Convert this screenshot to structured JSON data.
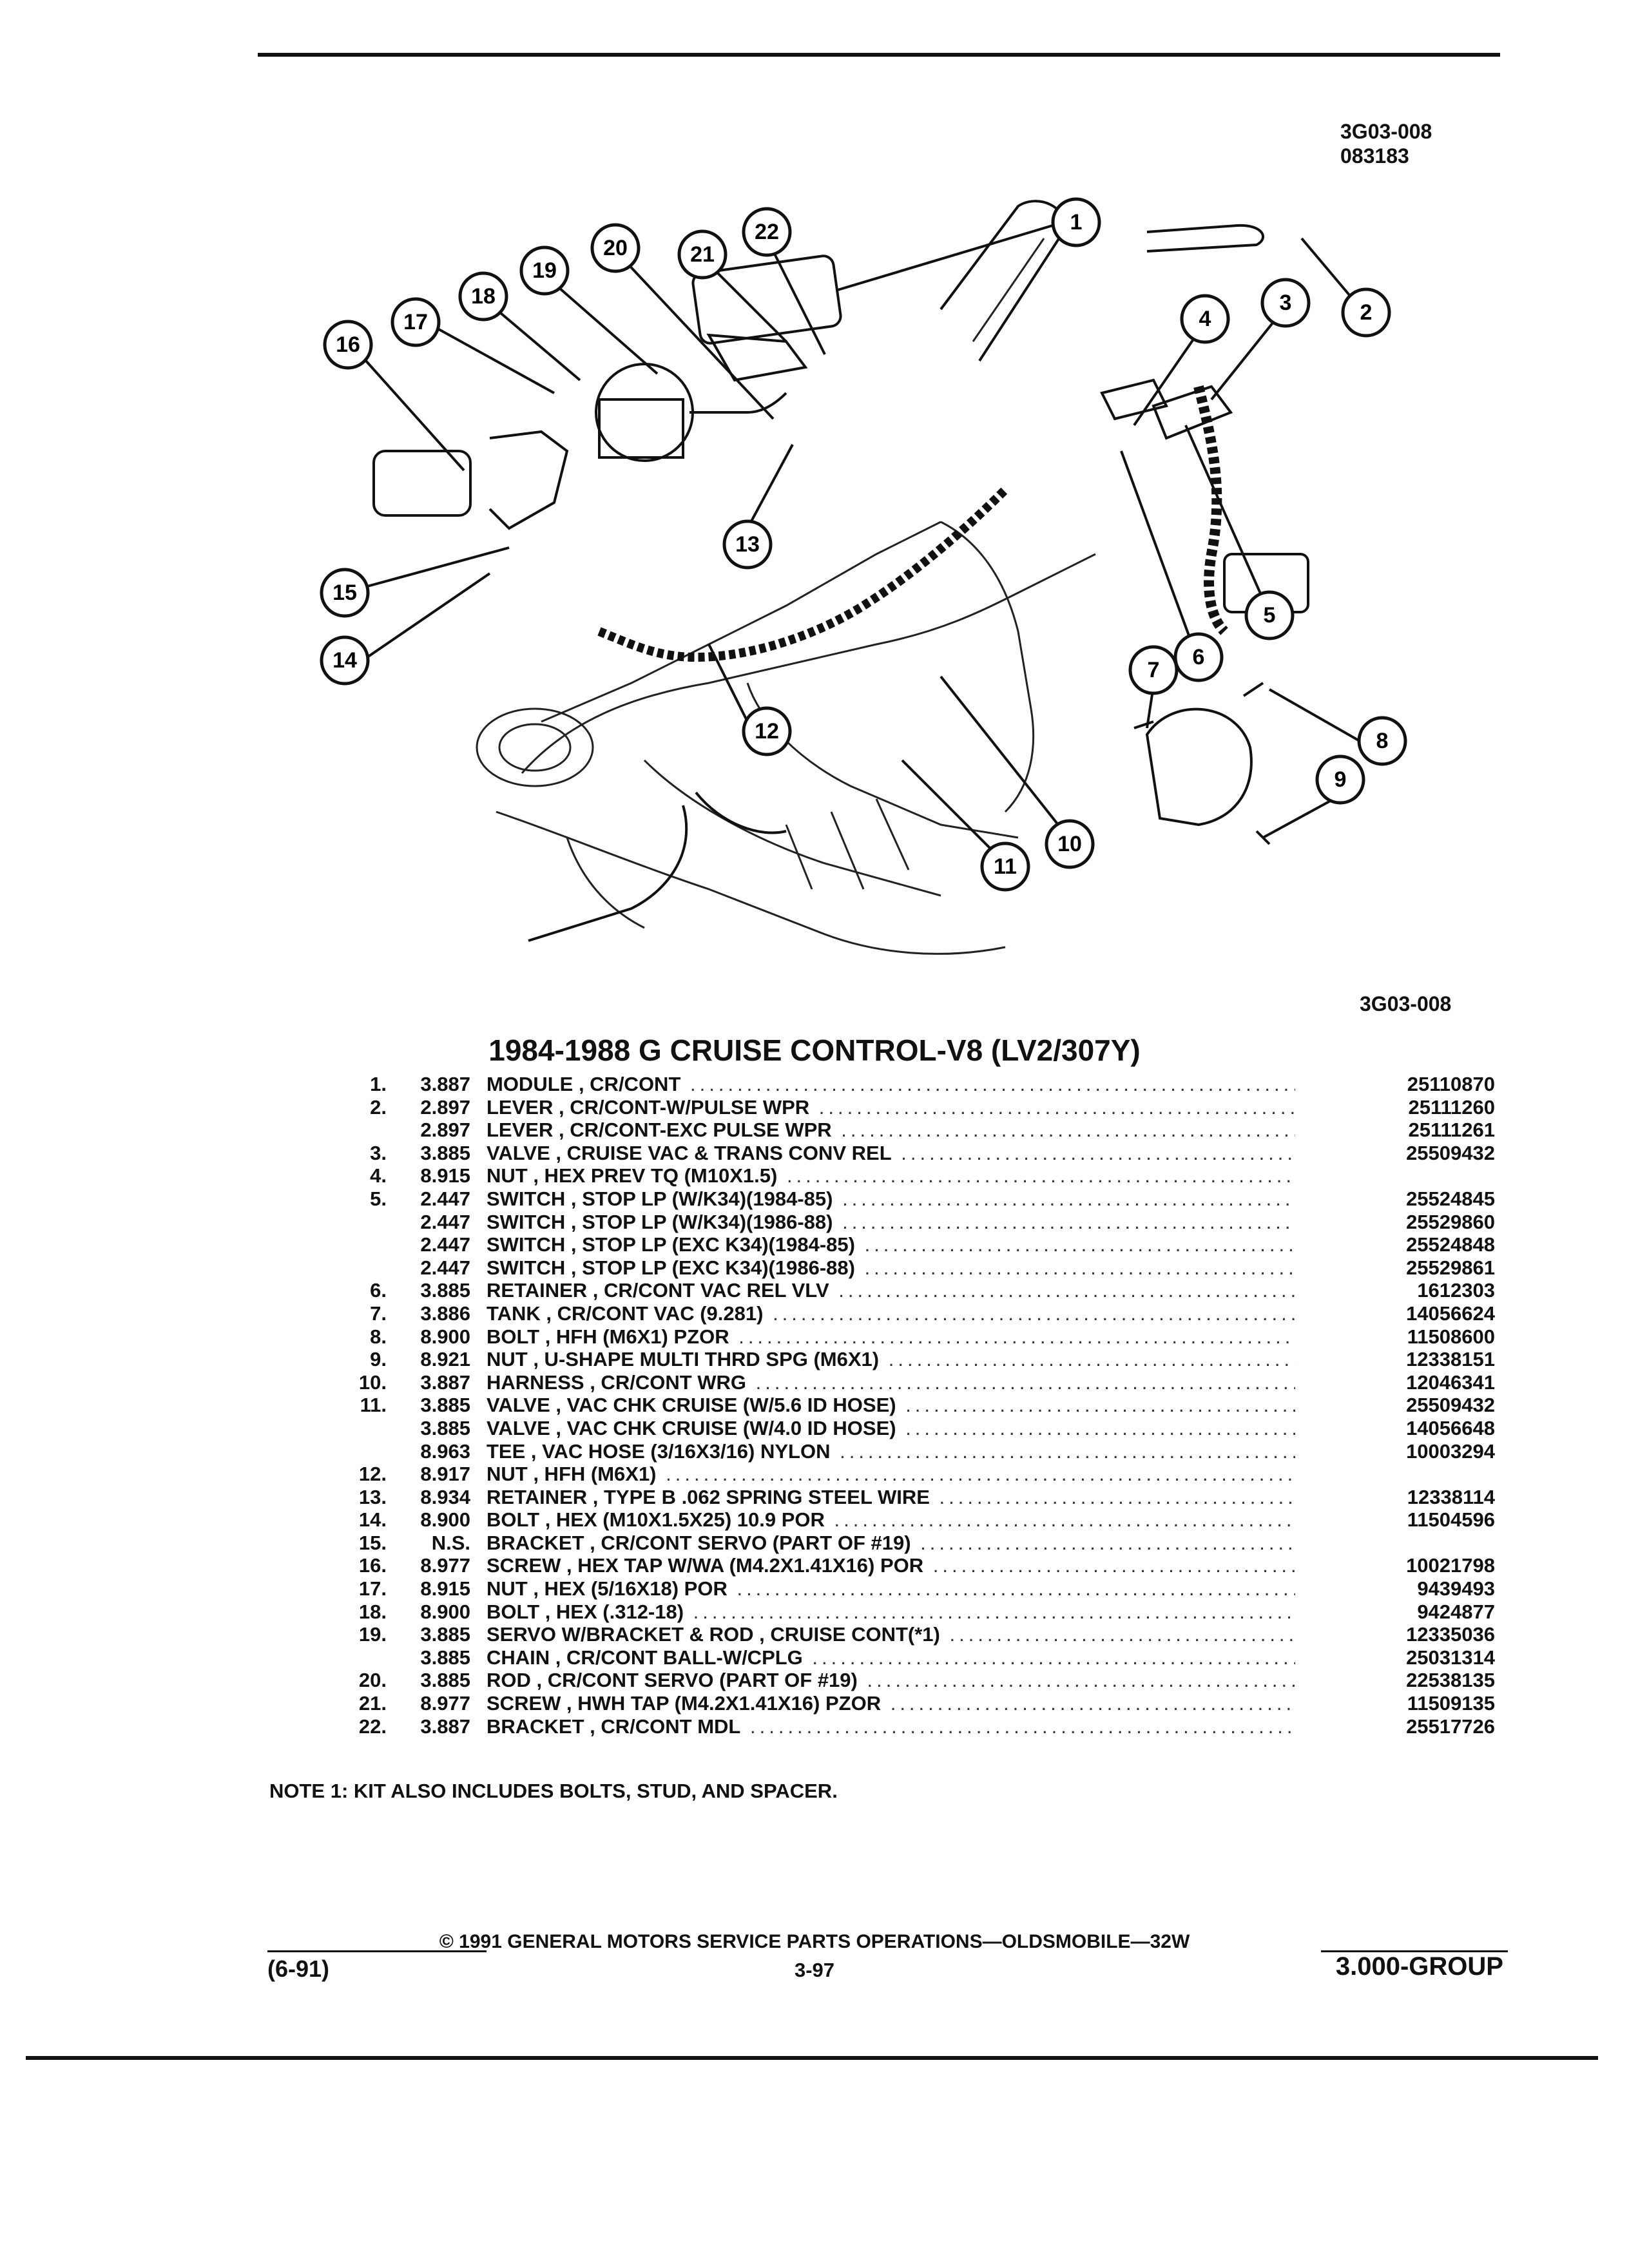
{
  "header": {
    "code1": "3G03-008",
    "code2": "083183"
  },
  "figure": {
    "code": "3G03-008",
    "callouts": [
      "1",
      "2",
      "3",
      "4",
      "5",
      "6",
      "7",
      "8",
      "9",
      "10",
      "11",
      "12",
      "13",
      "14",
      "15",
      "16",
      "17",
      "18",
      "19",
      "20",
      "21",
      "22"
    ]
  },
  "title": "1984-1988 G CRUISE CONTROL-V8 (LV2/307Y)",
  "parts": [
    {
      "num": "1.",
      "grp": "3.887",
      "name": "MODULE",
      "detail": "CR/CONT",
      "pn": "25110870"
    },
    {
      "num": "2.",
      "grp": "2.897",
      "name": "LEVER",
      "detail": "CR/CONT-W/PULSE WPR",
      "pn": "25111260"
    },
    {
      "num": "",
      "grp": "2.897",
      "name": "LEVER",
      "detail": "CR/CONT-EXC PULSE WPR",
      "pn": "25111261"
    },
    {
      "num": "3.",
      "grp": "3.885",
      "name": "VALVE",
      "detail": "CRUISE VAC & TRANS CONV REL",
      "pn": "25509432"
    },
    {
      "num": "4.",
      "grp": "8.915",
      "name": "NUT",
      "detail": "HEX PREV TQ (M10X1.5)",
      "pn": ""
    },
    {
      "num": "5.",
      "grp": "2.447",
      "name": "SWITCH",
      "detail": "STOP LP (W/K34)(1984-85)",
      "pn": "25524845"
    },
    {
      "num": "",
      "grp": "2.447",
      "name": "SWITCH",
      "detail": "STOP LP (W/K34)(1986-88)",
      "pn": "25529860"
    },
    {
      "num": "",
      "grp": "2.447",
      "name": "SWITCH",
      "detail": "STOP LP (EXC K34)(1984-85)",
      "pn": "25524848"
    },
    {
      "num": "",
      "grp": "2.447",
      "name": "SWITCH",
      "detail": "STOP LP (EXC K34)(1986-88)",
      "pn": "25529861"
    },
    {
      "num": "6.",
      "grp": "3.885",
      "name": "RETAINER",
      "detail": "CR/CONT VAC REL VLV",
      "pn": "1612303"
    },
    {
      "num": "7.",
      "grp": "3.886",
      "name": "TANK",
      "detail": "CR/CONT VAC (9.281)",
      "pn": "14056624"
    },
    {
      "num": "8.",
      "grp": "8.900",
      "name": "BOLT",
      "detail": "HFH (M6X1) PZOR",
      "pn": "11508600"
    },
    {
      "num": "9.",
      "grp": "8.921",
      "name": "NUT",
      "detail": "U-SHAPE MULTI THRD SPG (M6X1)",
      "pn": "12338151"
    },
    {
      "num": "10.",
      "grp": "3.887",
      "name": "HARNESS",
      "detail": "CR/CONT WRG",
      "pn": "12046341"
    },
    {
      "num": "11.",
      "grp": "3.885",
      "name": "VALVE",
      "detail": "VAC CHK CRUISE (W/5.6 ID HOSE)",
      "pn": "25509432"
    },
    {
      "num": "",
      "grp": "3.885",
      "name": "VALVE",
      "detail": "VAC CHK CRUISE (W/4.0 ID HOSE)",
      "pn": "14056648"
    },
    {
      "num": "",
      "grp": "8.963",
      "name": "TEE",
      "detail": "VAC HOSE (3/16X3/16) NYLON",
      "pn": "10003294"
    },
    {
      "num": "12.",
      "grp": "8.917",
      "name": "NUT",
      "detail": "HFH (M6X1)",
      "pn": ""
    },
    {
      "num": "13.",
      "grp": "8.934",
      "name": "RETAINER",
      "detail": "TYPE B .062 SPRING STEEL WIRE",
      "pn": "12338114"
    },
    {
      "num": "14.",
      "grp": "8.900",
      "name": "BOLT",
      "detail": "HEX (M10X1.5X25) 10.9 POR",
      "pn": "11504596"
    },
    {
      "num": "15.",
      "grp": "N.S.",
      "name": "BRACKET",
      "detail": "CR/CONT SERVO (PART OF #19)",
      "pn": ""
    },
    {
      "num": "16.",
      "grp": "8.977",
      "name": "SCREW",
      "detail": "HEX TAP W/WA (M4.2X1.41X16) POR",
      "pn": "10021798"
    },
    {
      "num": "17.",
      "grp": "8.915",
      "name": "NUT",
      "detail": "HEX (5/16X18) POR",
      "pn": "9439493"
    },
    {
      "num": "18.",
      "grp": "8.900",
      "name": "BOLT",
      "detail": "HEX (.312-18)",
      "pn": "9424877"
    },
    {
      "num": "19.",
      "grp": "3.885",
      "name": "SERVO W/BRACKET & ROD",
      "detail": "CRUISE CONT(*1)",
      "pn": "12335036"
    },
    {
      "num": "",
      "grp": "3.885",
      "name": "CHAIN",
      "detail": "CR/CONT BALL-W/CPLG",
      "pn": "25031314"
    },
    {
      "num": "20.",
      "grp": "3.885",
      "name": "ROD",
      "detail": "CR/CONT SERVO (PART OF #19)",
      "pn": "22538135"
    },
    {
      "num": "21.",
      "grp": "8.977",
      "name": "SCREW",
      "detail": "HWH TAP (M4.2X1.41X16) PZOR",
      "pn": "11509135"
    },
    {
      "num": "22.",
      "grp": "3.887",
      "name": "BRACKET",
      "detail": "CR/CONT MDL",
      "pn": "25517726"
    }
  ],
  "note": "NOTE  1:  KIT ALSO INCLUDES BOLTS, STUD, AND SPACER.",
  "footer": {
    "copyright": "© 1991 GENERAL MOTORS SERVICE PARTS OPERATIONS—OLDSMOBILE—32W",
    "date": "(6-91)",
    "page": "3-97",
    "group": "3.000-GROUP"
  }
}
